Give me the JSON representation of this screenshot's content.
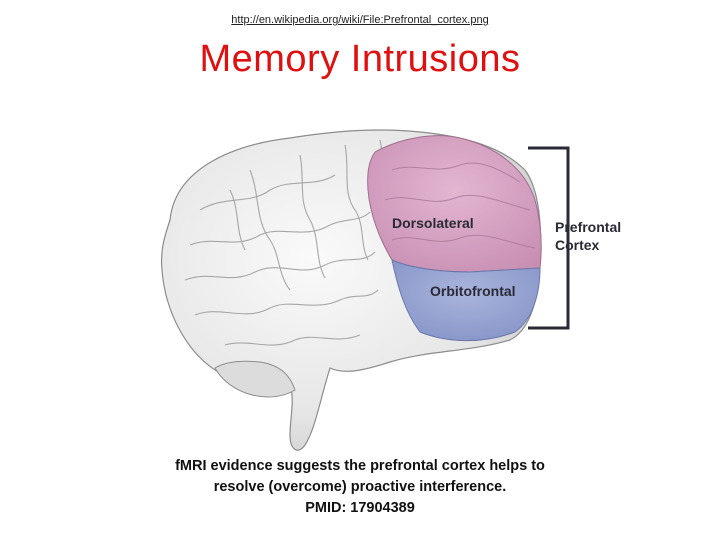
{
  "source_url": "http://en.wikipedia.org/wiki/File:Prefrontal_cortex.png",
  "title": "Memory Intrusions",
  "figure": {
    "regions": {
      "dorsolateral": "Dorsolateral",
      "orbitofrontal": "Orbitofrontal"
    },
    "bracket_label_line1": "Prefrontal",
    "bracket_label_line2": "Cortex",
    "colors": {
      "dorsolateral": "#d9a6c6",
      "orbitofrontal": "#9aa8d4",
      "brain": "#eeeeee",
      "title": "#e01010"
    }
  },
  "caption": {
    "line1": "fMRI evidence suggests the prefrontal cortex helps to",
    "line2": "resolve (overcome) proactive interference.",
    "line3": "PMID:  17904389"
  }
}
